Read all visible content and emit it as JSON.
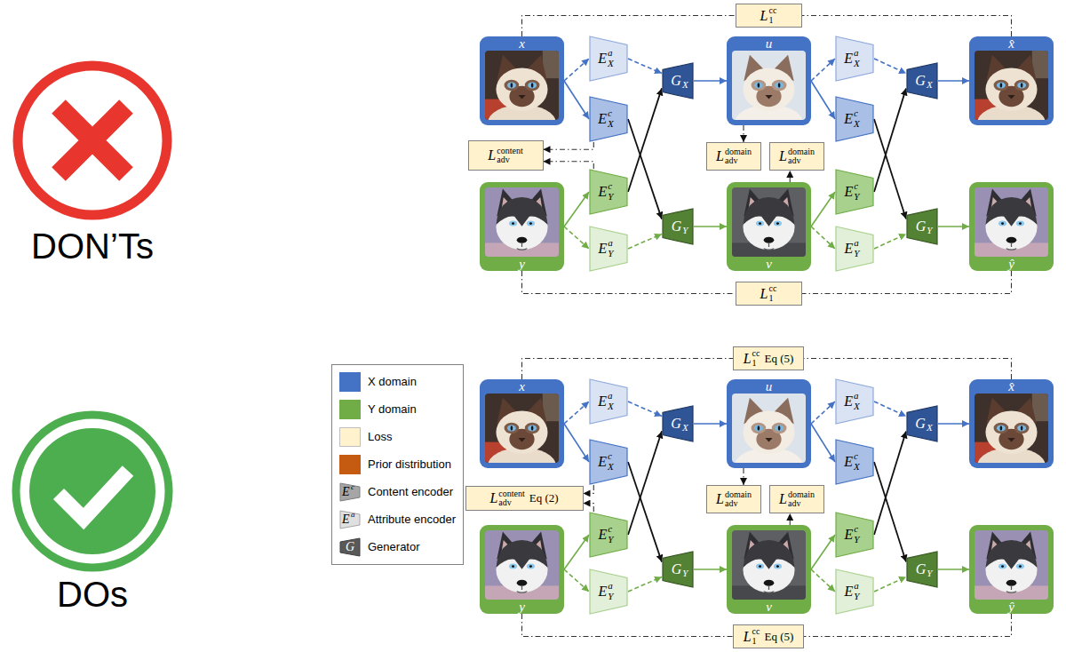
{
  "diagram": {
    "nodes": [
      {
        "text": [
          "L",
          "cc",
          "1"
        ]
      },
      {
        "text": [
          "x"
        ]
      },
      {
        "text": [
          "y"
        ]
      },
      {
        "text": [
          "L",
          "content",
          "adv"
        ]
      },
      {
        "text": [
          "E",
          "a",
          "X"
        ]
      },
      {
        "text": [
          "E",
          "c",
          "X"
        ]
      },
      {
        "text": [
          "E",
          "c",
          "Y"
        ]
      },
      {
        "text": [
          "E",
          "a",
          "Y"
        ]
      },
      {
        "text": [
          "G",
          "X"
        ]
      },
      {
        "text": [
          "G",
          "Y"
        ]
      },
      {
        "text": [
          "u"
        ]
      },
      {
        "text": [
          "L",
          "domain",
          "adv"
        ]
      },
      {
        "text": [
          "L",
          "domain",
          "adv"
        ]
      },
      {
        "text": [
          "v"
        ]
      },
      {
        "text": [
          "E",
          "a",
          "X"
        ]
      },
      {
        "text": [
          "E",
          "c",
          "X"
        ]
      },
      {
        "text": [
          "E",
          "c",
          "Y"
        ]
      },
      {
        "text": [
          "E",
          "a",
          "Y"
        ]
      },
      {
        "text": [
          "G",
          "X"
        ]
      },
      {
        "text": [
          "G",
          "Y"
        ]
      },
      {
        "text": [
          "x̂"
        ]
      },
      {
        "text": [
          "ŷ"
        ]
      },
      {
        "text": [
          "L",
          "cc",
          "1"
        ]
      },
      {
        "text": [
          "L",
          "cc",
          "1",
          "Eq (5)"
        ]
      },
      {
        "text": [
          "x"
        ]
      },
      {
        "text": [
          "y"
        ]
      },
      {
        "text": [
          "L",
          "content",
          "adv",
          "Eq (2)"
        ]
      },
      {
        "text": [
          "E",
          "a",
          "X"
        ]
      },
      {
        "text": [
          "E",
          "c",
          "X"
        ]
      },
      {
        "text": [
          "E",
          "c",
          "Y"
        ]
      },
      {
        "text": [
          "E",
          "a",
          "Y"
        ]
      },
      {
        "text": [
          "G",
          "X"
        ]
      },
      {
        "text": [
          "G",
          "Y"
        ]
      },
      {
        "text": [
          "u"
        ]
      },
      {
        "text": [
          "L",
          "domain",
          "adv"
        ]
      },
      {
        "text": [
          "L",
          "domain",
          "adv"
        ]
      },
      {
        "text": [
          "v"
        ]
      },
      {
        "text": [
          "E",
          "a",
          "X"
        ]
      },
      {
        "text": [
          "E",
          "c",
          "X"
        ]
      },
      {
        "text": [
          "E",
          "c",
          "Y"
        ]
      },
      {
        "text": [
          "E",
          "a",
          "Y"
        ]
      },
      {
        "text": [
          "G",
          "X"
        ]
      },
      {
        "text": [
          "G",
          "Y"
        ]
      },
      {
        "text": [
          "x̂"
        ]
      },
      {
        "text": [
          "ŷ"
        ]
      },
      {
        "text": [
          "L",
          "cc",
          "1",
          "Eq (5)"
        ]
      }
    ],
    "edges": [
      {
        "from": 1,
        "to": 4,
        "arrow": "to"
      },
      {
        "from": 1,
        "to": 5,
        "arrow": "to"
      },
      {
        "from": 2,
        "to": 6,
        "arrow": "to"
      },
      {
        "from": 2,
        "to": 7,
        "arrow": "to"
      },
      {
        "from": 4,
        "to": 8,
        "arrow": "to"
      },
      {
        "from": 5,
        "to": 9,
        "arrow": "to"
      },
      {
        "from": 6,
        "to": 8,
        "arrow": "to"
      },
      {
        "from": 7,
        "to": 9,
        "arrow": "to"
      },
      {
        "from": 8,
        "to": 10,
        "arrow": "to"
      },
      {
        "from": 9,
        "to": 13,
        "arrow": "to"
      },
      {
        "from": 10,
        "to": 14,
        "arrow": "to"
      },
      {
        "from": 10,
        "to": 15,
        "arrow": "to"
      },
      {
        "from": 13,
        "to": 16,
        "arrow": "to"
      },
      {
        "from": 13,
        "to": 17,
        "arrow": "to"
      },
      {
        "from": 14,
        "to": 18,
        "arrow": "to"
      },
      {
        "from": 15,
        "to": 19,
        "arrow": "to"
      },
      {
        "from": 16,
        "to": 18,
        "arrow": "to"
      },
      {
        "from": 17,
        "to": 19,
        "arrow": "to"
      },
      {
        "from": 18,
        "to": 20,
        "arrow": "to"
      },
      {
        "from": 19,
        "to": 21,
        "arrow": "to"
      },
      {
        "from": 1,
        "to": 0,
        "arrow": "none"
      },
      {
        "from": 20,
        "to": 0,
        "arrow": "none"
      },
      {
        "from": 2,
        "to": 22,
        "arrow": "none"
      },
      {
        "from": 21,
        "to": 22,
        "arrow": "none"
      },
      {
        "from": 5,
        "to": 3,
        "arrow": "to"
      },
      {
        "from": 6,
        "to": 3,
        "arrow": "to"
      },
      {
        "from": 10,
        "to": 11,
        "arrow": "to"
      },
      {
        "from": 13,
        "to": 12,
        "arrow": "to"
      },
      {
        "from": 24,
        "to": 27,
        "arrow": "to"
      },
      {
        "from": 24,
        "to": 28,
        "arrow": "to"
      },
      {
        "from": 25,
        "to": 29,
        "arrow": "to"
      },
      {
        "from": 25,
        "to": 30,
        "arrow": "to"
      },
      {
        "from": 27,
        "to": 31,
        "arrow": "to"
      },
      {
        "from": 28,
        "to": 32,
        "arrow": "to"
      },
      {
        "from": 29,
        "to": 31,
        "arrow": "to"
      },
      {
        "from": 30,
        "to": 32,
        "arrow": "to"
      },
      {
        "from": 31,
        "to": 33,
        "arrow": "to"
      },
      {
        "from": 32,
        "to": 36,
        "arrow": "to"
      },
      {
        "from": 33,
        "to": 37,
        "arrow": "to"
      },
      {
        "from": 33,
        "to": 38,
        "arrow": "to"
      },
      {
        "from": 36,
        "to": 39,
        "arrow": "to"
      },
      {
        "from": 36,
        "to": 40,
        "arrow": "to"
      },
      {
        "from": 37,
        "to": 41,
        "arrow": "to"
      },
      {
        "from": 38,
        "to": 42,
        "arrow": "to"
      },
      {
        "from": 39,
        "to": 41,
        "arrow": "to"
      },
      {
        "from": 40,
        "to": 42,
        "arrow": "to"
      },
      {
        "from": 41,
        "to": 43,
        "arrow": "to"
      },
      {
        "from": 42,
        "to": 44,
        "arrow": "to"
      },
      {
        "from": 24,
        "to": 23,
        "arrow": "none"
      },
      {
        "from": 43,
        "to": 23,
        "arrow": "none"
      },
      {
        "from": 25,
        "to": 45,
        "arrow": "none"
      },
      {
        "from": 44,
        "to": 45,
        "arrow": "none"
      },
      {
        "from": 28,
        "to": 26,
        "arrow": "to"
      },
      {
        "from": 29,
        "to": 26,
        "arrow": "to"
      },
      {
        "from": 33,
        "to": 34,
        "arrow": "to"
      },
      {
        "from": 36,
        "to": 35,
        "arrow": "to"
      }
    ],
    "labels": [
      "DON’Ts",
      "DOs",
      "E",
      "c",
      "E",
      "a",
      "G"
    ],
    "legend": [
      {
        "text": "X domain",
        "color": "#4472c4"
      },
      {
        "text": "Y domain",
        "color": "#70ad47"
      },
      {
        "text": "Loss",
        "color": "#fff2cc"
      },
      {
        "text": "Prior distribution",
        "color": "#c55a11"
      },
      {
        "text": "Content encoder"
      },
      {
        "text": "Attribute encoder"
      },
      {
        "text": "Generator"
      }
    ]
  }
}
